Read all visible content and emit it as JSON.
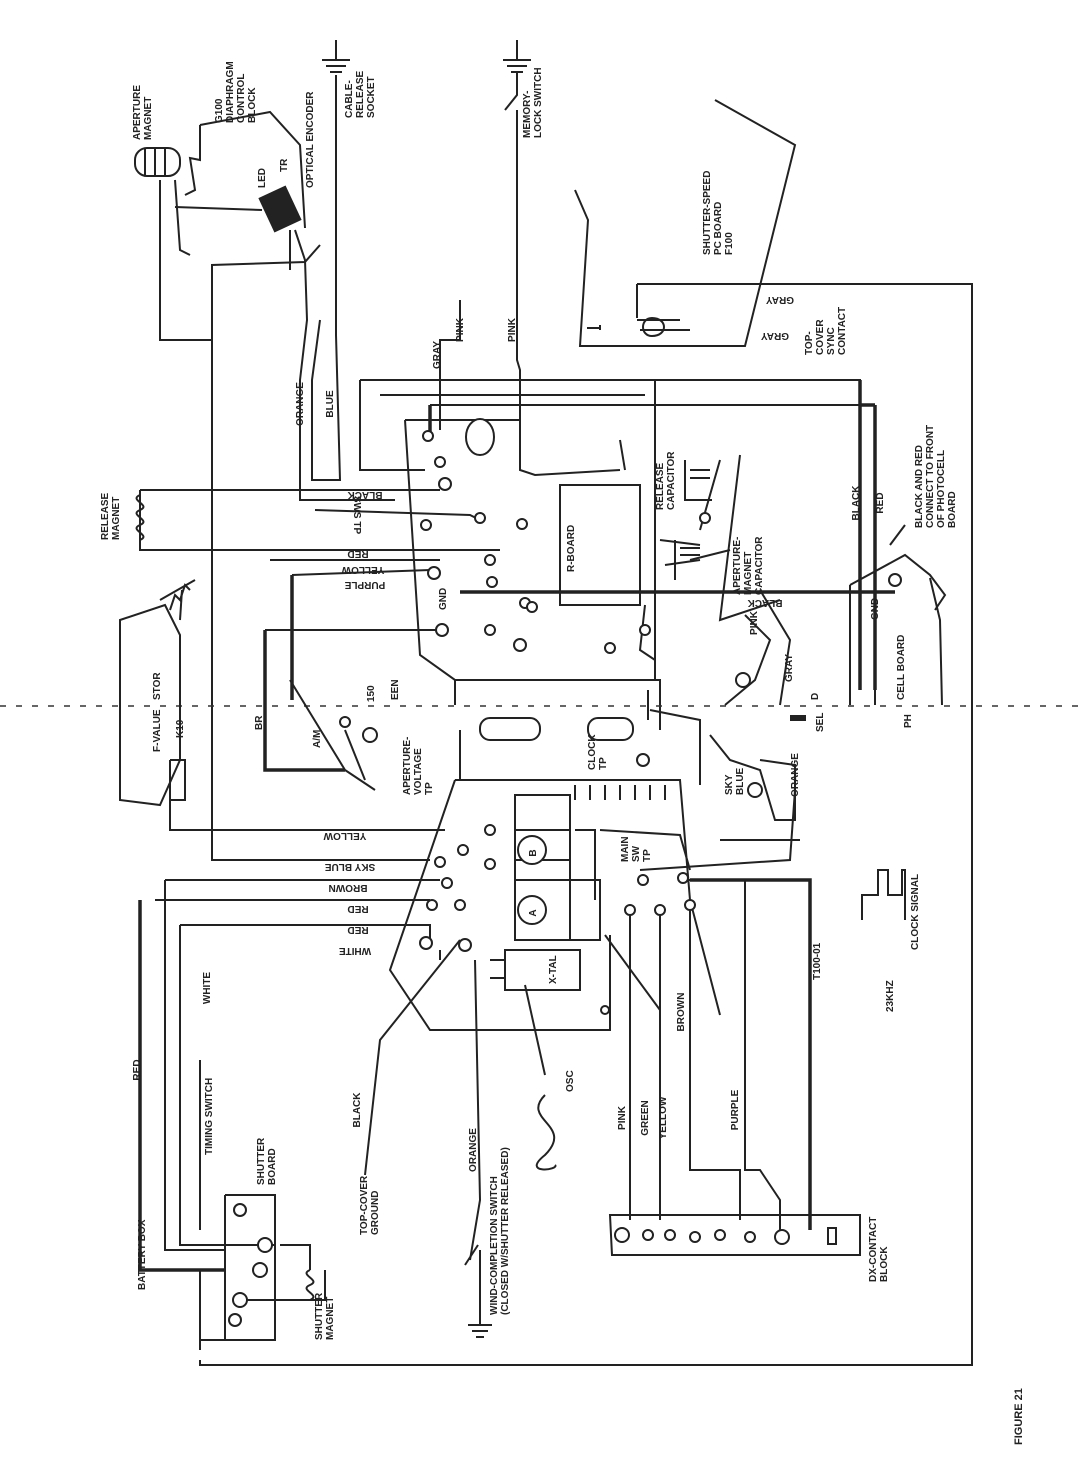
{
  "figure_label": "FIGURE 21",
  "labels": [
    {
      "id": "aperture-magnet",
      "lines": [
        "APERTURE",
        "MAGNET"
      ]
    },
    {
      "id": "g100",
      "lines": [
        "G100",
        "DIAPHRAGM",
        "CONTROL",
        "BLOCK"
      ]
    },
    {
      "id": "optical-encoder",
      "lines": [
        "OPTICAL ENCODER"
      ]
    },
    {
      "id": "led",
      "lines": [
        "LED"
      ]
    },
    {
      "id": "tr",
      "lines": [
        "TR"
      ]
    },
    {
      "id": "cable-release",
      "lines": [
        "CABLE-",
        "RELEASE",
        "SOCKET"
      ]
    },
    {
      "id": "memory-lock",
      "lines": [
        "MEMORY-",
        "LOCK SWITCH"
      ]
    },
    {
      "id": "shutter-speed-board",
      "lines": [
        "SHUTTER-SPEED",
        "PC BOARD",
        "F100"
      ]
    },
    {
      "id": "top-cover-sync",
      "lines": [
        "TOP-",
        "COVER",
        "SYNC",
        "CONTACT"
      ]
    },
    {
      "id": "black-red-note",
      "lines": [
        "BLACK AND RED",
        "CONNECT TO FRONT",
        "OF PHOTOCELL",
        "BOARD"
      ]
    },
    {
      "id": "release-magnet",
      "lines": [
        "RELEASE",
        "MAGNET"
      ]
    },
    {
      "id": "release-capacitor",
      "lines": [
        "RELEASE",
        "CAPACITOR"
      ]
    },
    {
      "id": "r-board",
      "lines": [
        "R-BOARD"
      ]
    },
    {
      "id": "aperture-magnet-capacitor",
      "lines": [
        "APERTURE-",
        "MAGNET",
        "CAPACITOR"
      ]
    },
    {
      "id": "gnd-1",
      "lines": [
        "GND"
      ]
    },
    {
      "id": "gnd-2",
      "lines": [
        "GND"
      ]
    },
    {
      "id": "cell-board",
      "lines": [
        "CELL BOARD"
      ]
    },
    {
      "id": "ph",
      "lines": [
        "PH"
      ]
    },
    {
      "id": "sel",
      "lines": [
        "SEL"
      ]
    },
    {
      "id": "d",
      "lines": [
        "D"
      ]
    },
    {
      "id": "f-value",
      "lines": [
        "F-VALUE"
      ]
    },
    {
      "id": "k10",
      "lines": [
        "K10"
      ]
    },
    {
      "id": "stor",
      "lines": [
        "STOR"
      ]
    },
    {
      "id": "br",
      "lines": [
        "BR"
      ]
    },
    {
      "id": "een",
      "lines": [
        "EEN"
      ]
    },
    {
      "id": "n150",
      "lines": [
        "150"
      ]
    },
    {
      "id": "am",
      "lines": [
        "A/M"
      ]
    },
    {
      "id": "aperture-voltage-tp",
      "lines": [
        "APERTURE-",
        "VOLTAGE",
        "TP"
      ]
    },
    {
      "id": "clock-tp",
      "lines": [
        "CLOCK",
        "TP"
      ]
    },
    {
      "id": "sky-blue-lbl",
      "lines": [
        "SKY",
        "BLUE"
      ]
    },
    {
      "id": "main-sw-tp",
      "lines": [
        "MAIN",
        "SW",
        "TP"
      ]
    },
    {
      "id": "clock-signal",
      "lines": [
        "CLOCK SIGNAL"
      ]
    },
    {
      "id": "freq",
      "lines": [
        "23KHZ"
      ]
    },
    {
      "id": "t100",
      "lines": [
        "T100-01"
      ]
    },
    {
      "id": "xtal",
      "lines": [
        "X-TAL"
      ]
    },
    {
      "id": "osc",
      "lines": [
        "OSC"
      ]
    },
    {
      "id": "dx-contact",
      "lines": [
        "DX-CONTACT",
        "BLOCK"
      ]
    },
    {
      "id": "battery-box",
      "lines": [
        "BATTERY BOX"
      ]
    },
    {
      "id": "timing-switch",
      "lines": [
        "TIMING SWITCH"
      ]
    },
    {
      "id": "shutter-board",
      "lines": [
        "SHUTTER",
        "BOARD"
      ]
    },
    {
      "id": "shutter-magnet",
      "lines": [
        "SHUTTER",
        "MAGNET"
      ]
    },
    {
      "id": "top-cover-ground",
      "lines": [
        "TOP-COVER",
        "GROUND"
      ]
    },
    {
      "id": "wind-completion",
      "lines": [
        "WIND-COMPLETION SWITCH",
        "(CLOSED W/SHUTTER RELEASED)"
      ]
    },
    {
      "id": "sws-tp",
      "lines": [
        "SWS TP"
      ]
    },
    {
      "id": "pin-a",
      "lines": [
        "A"
      ]
    },
    {
      "id": "pin-b",
      "lines": [
        "B"
      ]
    }
  ],
  "wire_labels": [
    {
      "id": "gray-top-1",
      "text": "GRAY"
    },
    {
      "id": "gray-top-2",
      "text": "GRAY"
    },
    {
      "id": "pink-1",
      "text": "PINK"
    },
    {
      "id": "pink-2",
      "text": "PINK"
    },
    {
      "id": "gray-mid",
      "text": "GRAY"
    },
    {
      "id": "blue",
      "text": "BLUE"
    },
    {
      "id": "orange-top",
      "text": "ORANGE"
    },
    {
      "id": "black-right",
      "text": "BLACK"
    },
    {
      "id": "red-right",
      "text": "RED"
    },
    {
      "id": "black-mid",
      "text": "BLACK"
    },
    {
      "id": "red-mid",
      "text": "RED"
    },
    {
      "id": "yellow-mid",
      "text": "YELLOW"
    },
    {
      "id": "purple-mid",
      "text": "PURPLE"
    },
    {
      "id": "black-board",
      "text": "BLACK"
    },
    {
      "id": "pink-board",
      "text": "PINK"
    },
    {
      "id": "gray-board",
      "text": "GRAY"
    },
    {
      "id": "orange-board",
      "text": "ORANGE"
    },
    {
      "id": "yellow-low",
      "text": "YELLOW"
    },
    {
      "id": "sky-blue-low",
      "text": "SKY BLUE"
    },
    {
      "id": "brown-low",
      "text": "BROWN"
    },
    {
      "id": "red-low-1",
      "text": "RED"
    },
    {
      "id": "red-low-2",
      "text": "RED"
    },
    {
      "id": "white-low",
      "text": "WHITE"
    },
    {
      "id": "white-left",
      "text": "WHITE"
    },
    {
      "id": "red-left",
      "text": "RED"
    },
    {
      "id": "black-left",
      "text": "BLACK"
    },
    {
      "id": "orange-left",
      "text": "ORANGE"
    },
    {
      "id": "brown-bottom",
      "text": "BROWN"
    },
    {
      "id": "pink-bottom",
      "text": "PINK"
    },
    {
      "id": "green-bottom",
      "text": "GREEN"
    },
    {
      "id": "yellow-bottom",
      "text": "YELLOW"
    },
    {
      "id": "purple-bottom",
      "text": "PURPLE"
    }
  ]
}
